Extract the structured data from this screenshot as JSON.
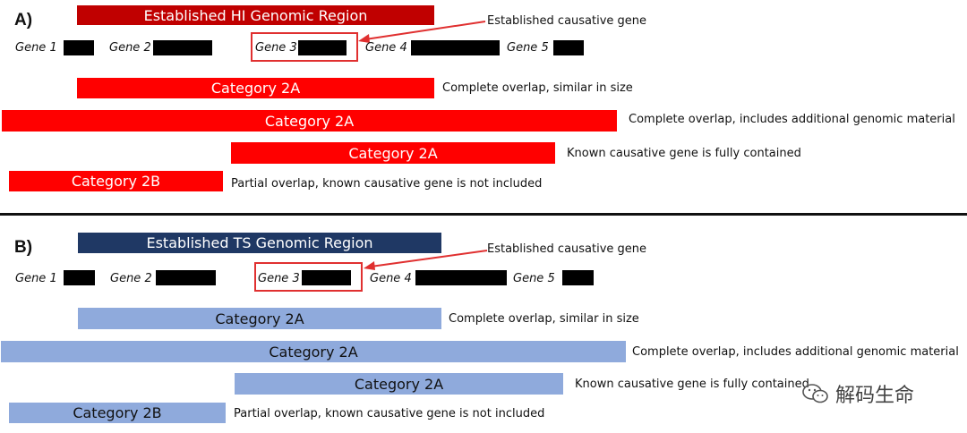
{
  "panel_a": {
    "label": "A)",
    "region_title": "Established HI Genomic Region",
    "annotation": "Established causative gene",
    "genes": [
      "Gene 1",
      "Gene 2",
      "Gene 3",
      "Gene 4",
      "Gene 5"
    ],
    "bars": [
      {
        "label": "Category 2A",
        "description": "Complete overlap, similar in size"
      },
      {
        "label": "Category 2A",
        "description": "Complete overlap, includes additional genomic material"
      },
      {
        "label": "Category 2A",
        "description": "Known causative gene is fully contained"
      },
      {
        "label": "Category 2B",
        "description": "Partial overlap, known causative gene is not included"
      }
    ]
  },
  "panel_b": {
    "label": "B)",
    "region_title": "Established TS Genomic Region",
    "annotation": "Established causative gene",
    "genes": [
      "Gene 1",
      "Gene 2",
      "Gene 3",
      "Gene 4",
      "Gene 5"
    ],
    "bars": [
      {
        "label": "Category 2A",
        "description": "Complete overlap, similar in size"
      },
      {
        "label": "Category 2A",
        "description": "Complete overlap, includes additional genomic material"
      },
      {
        "label": "Category 2A",
        "description": "Known causative gene is fully contained"
      },
      {
        "label": "Category 2B",
        "description": "Partial overlap, known causative gene is not included"
      }
    ]
  },
  "watermark": "解码生命",
  "colors": {
    "hi_region": "#c00000",
    "hi_bar": "#ff0000",
    "ts_region": "#1f3864",
    "ts_bar": "#8faadc",
    "highlight_box": "#e03030"
  }
}
